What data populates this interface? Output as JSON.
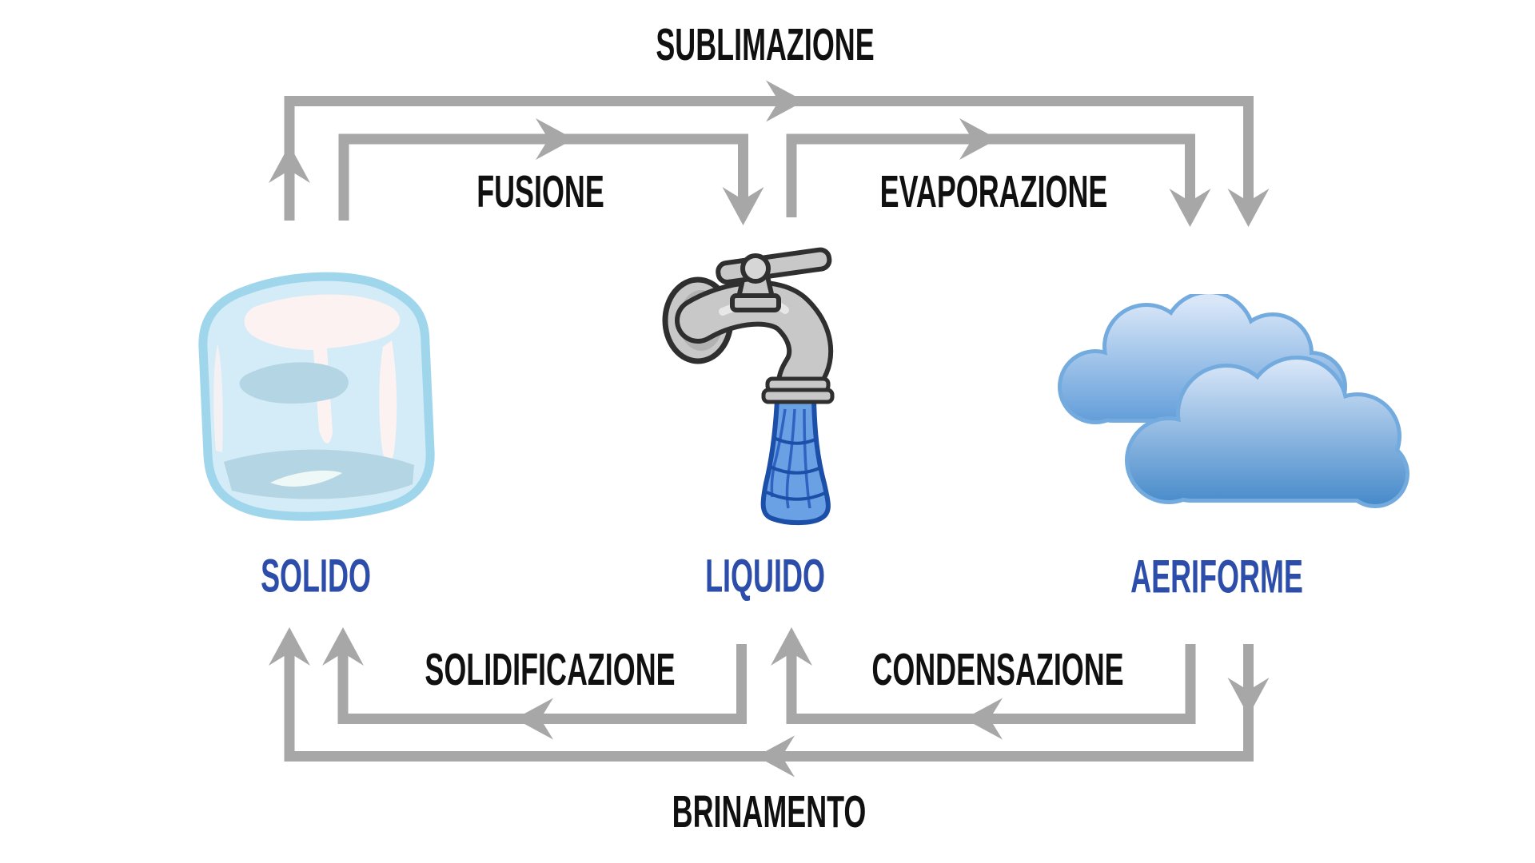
{
  "diagram": {
    "language": "Italian",
    "subject": "States of matter and phase transitions"
  },
  "colors": {
    "background": "#ffffff",
    "arrow": "#a7a7a7",
    "process_label": "#101010",
    "state_label": "#2c4daa",
    "water_blue": "#6aa0e4",
    "water_outline": "#1b4fa8",
    "cloud_light": "#d8e6f8",
    "cloud_dark": "#4388c9",
    "ice_fill": "#d3ecf7",
    "ice_outline": "#9fd6ec",
    "metal_gray": "#c8c8c8"
  },
  "states": [
    {
      "id": "solido",
      "label": "SOLIDO",
      "icon": "ice-cube"
    },
    {
      "id": "liquido",
      "label": "LIQUIDO",
      "icon": "water-tap"
    },
    {
      "id": "aeriforme",
      "label": "AERIFORME",
      "icon": "clouds"
    }
  ],
  "processes": [
    {
      "id": "sublimazione",
      "label": "SUBLIMAZIONE",
      "from": "solido",
      "to": "aeriforme"
    },
    {
      "id": "fusione",
      "label": "FUSIONE",
      "from": "solido",
      "to": "liquido"
    },
    {
      "id": "evaporazione",
      "label": "EVAPORAZIONE",
      "from": "liquido",
      "to": "aeriforme"
    },
    {
      "id": "solidificazione",
      "label": "SOLIDIFICAZIONE",
      "from": "liquido",
      "to": "solido"
    },
    {
      "id": "condensazione",
      "label": "CONDENSAZIONE",
      "from": "aeriforme",
      "to": "liquido"
    },
    {
      "id": "brinamento",
      "label": "BRINAMENTO",
      "from": "aeriforme",
      "to": "solido"
    }
  ]
}
